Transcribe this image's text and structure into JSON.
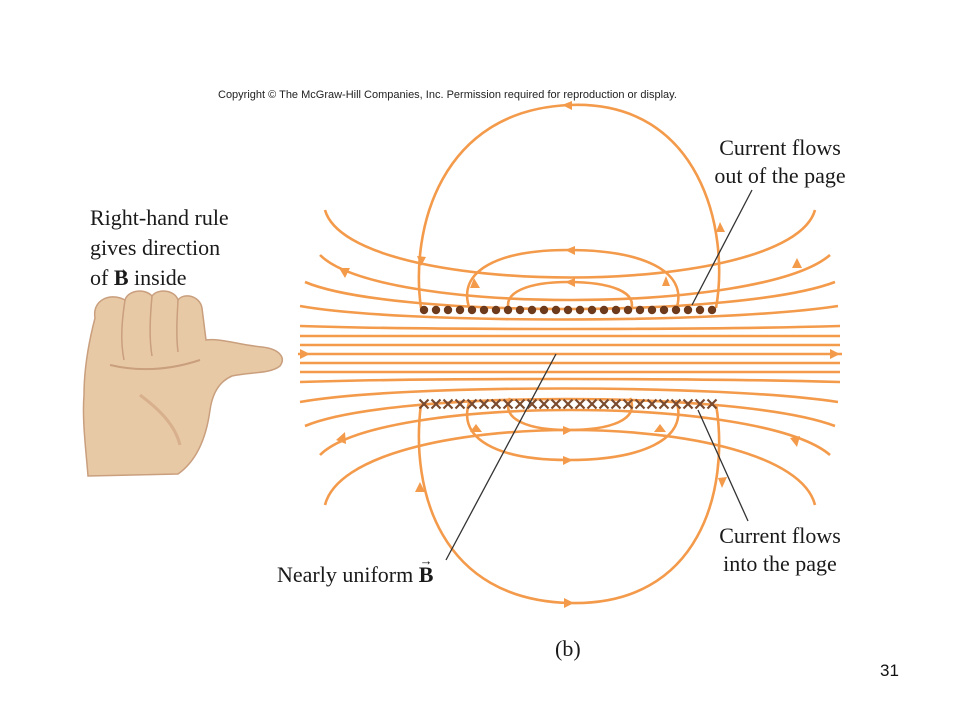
{
  "copyright": "Copyright © The McGraw-Hill Companies, Inc. Permission required for reproduction or display.",
  "rhr_label": {
    "line1": "Right-hand rule",
    "line2": "gives direction",
    "line3_prefix": "of ",
    "line3_symbol": "B",
    "line3_suffix": " inside"
  },
  "callout_out": {
    "line1": "Current flows",
    "line2": "out of the page"
  },
  "callout_into": {
    "line1": "Current flows",
    "line2": "into the page"
  },
  "uniform_label": {
    "text": "Nearly uniform ",
    "symbol": "B"
  },
  "caption": "(b)",
  "slide_number": "31",
  "vector_arrow_glyph": "→",
  "colors": {
    "field_line": "#f39a4b",
    "dots": "#6e3a1c",
    "crosses": "#7a4a2e",
    "hand": "#e8c9a6",
    "hand_shadow": "#c99f7e"
  },
  "icons": {
    "hand": "right-hand-thumb-icon"
  }
}
